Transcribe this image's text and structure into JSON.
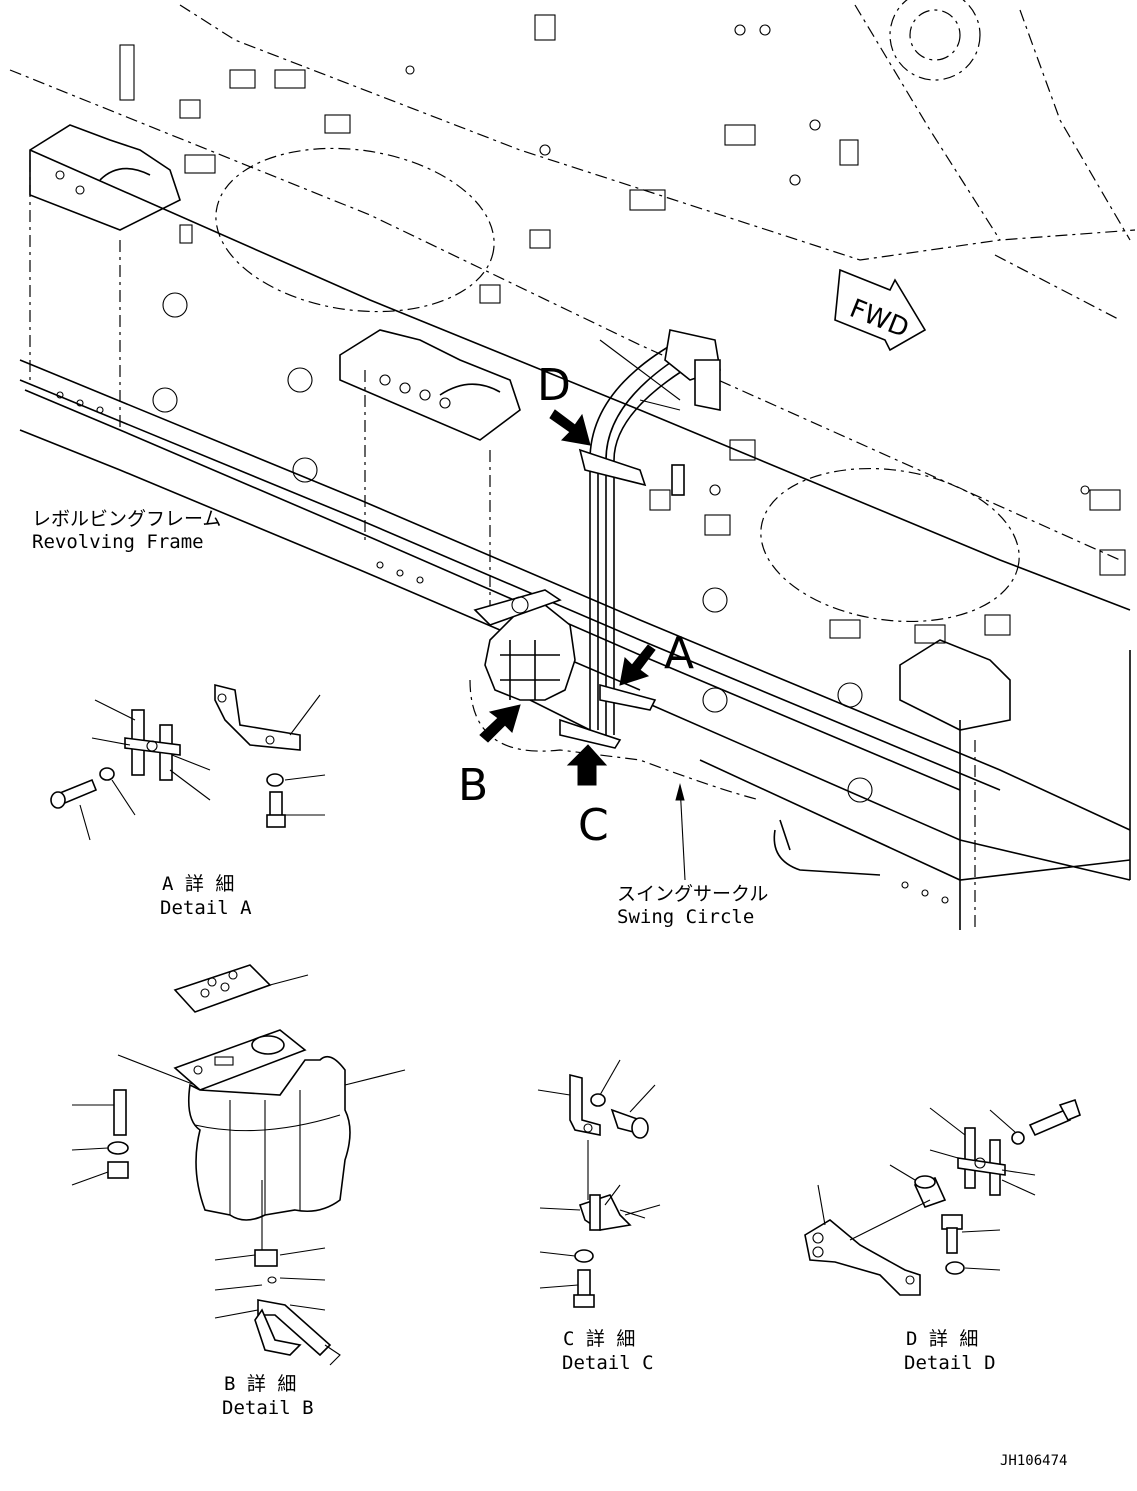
{
  "labels": {
    "revolving_frame_jp": "レボルビングフレーム",
    "revolving_frame_en": "Revolving Frame",
    "swing_circle_jp": "スイングサークル",
    "swing_circle_en": "Swing Circle",
    "fwd": "FWD",
    "callout_a": "A",
    "callout_b": "B",
    "callout_c": "C",
    "callout_d": "D",
    "detail_a_jp": "A 詳 細",
    "detail_a_en": "Detail A",
    "detail_b_jp": "B 詳 細",
    "detail_b_en": "Detail B",
    "detail_c_jp": "C 詳 細",
    "detail_c_en": "Detail C",
    "detail_d_jp": "D 詳 細",
    "detail_d_en": "Detail D",
    "drawing_number": "JH106474"
  }
}
